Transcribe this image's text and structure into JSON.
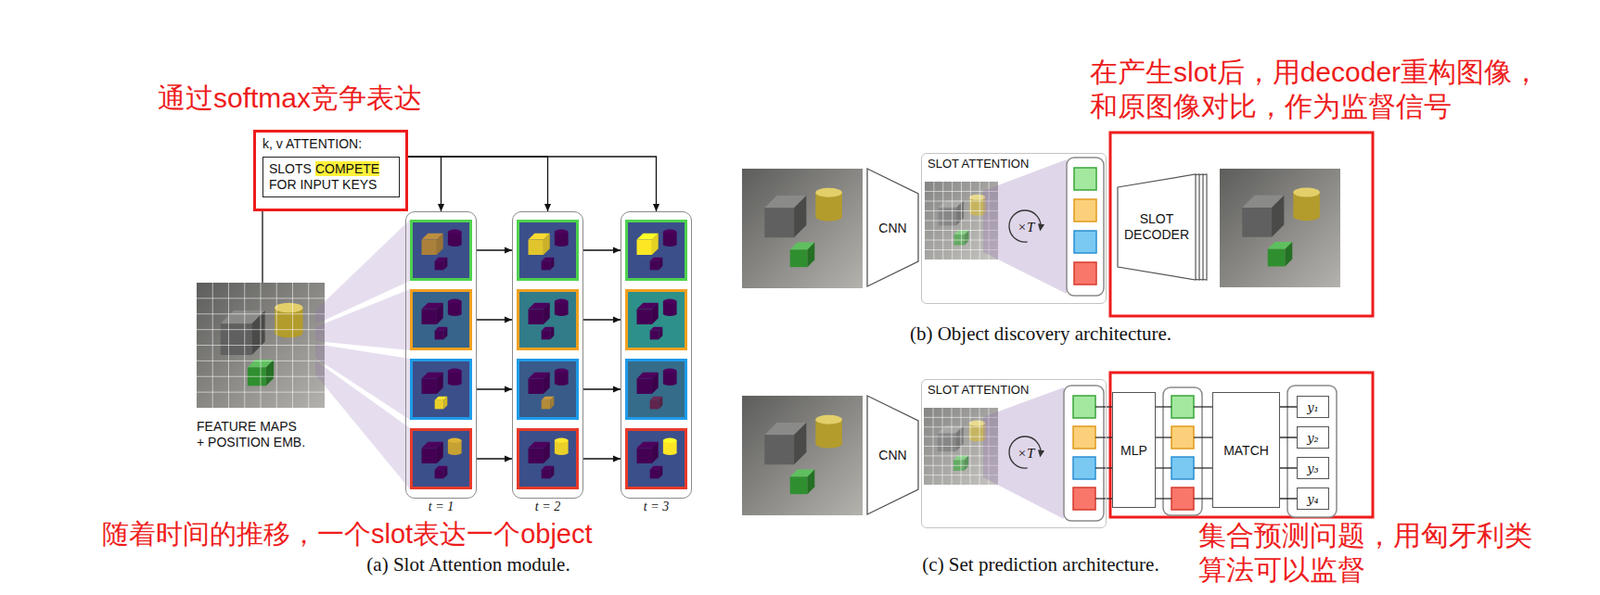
{
  "diagram": {
    "nodes": [
      {
        "text": [
          "k, v ATTENTION:",
          "SLOTS",
          "COMPETE",
          "FOR INPUT KEYS"
        ]
      },
      {
        "text": [
          "FEATURE MAPS + POSITION EMB."
        ]
      },
      {
        "text": [
          "t = 1"
        ]
      },
      {
        "text": [
          "t = 2"
        ]
      },
      {
        "text": [
          "t = 3"
        ]
      },
      {
        "text": [
          "CNN"
        ]
      },
      {
        "text": [
          "SLOT ATTENTION",
          "×T"
        ]
      },
      {
        "text": [
          "SLOT DECODER"
        ]
      },
      {
        "text": [
          "CNN"
        ]
      },
      {
        "text": [
          "SLOT ATTENTION",
          "×T"
        ]
      },
      {
        "text": [
          "MLP"
        ]
      },
      {
        "text": [
          "MATCH"
        ]
      },
      {
        "text": [
          "y₁"
        ]
      },
      {
        "text": [
          "y₂"
        ]
      },
      {
        "text": [
          "y₃"
        ]
      },
      {
        "text": [
          "y₄"
        ]
      }
    ],
    "edges": [
      {
        "from": 1,
        "to": 0,
        "arrow": "none"
      },
      {
        "from": 0,
        "to": 2,
        "arrow": "to"
      },
      {
        "from": 0,
        "to": 3,
        "arrow": "to"
      },
      {
        "from": 0,
        "to": 4,
        "arrow": "to"
      },
      {
        "from": 2,
        "to": 3,
        "arrow": "to"
      },
      {
        "from": 3,
        "to": 4,
        "arrow": "to"
      },
      {
        "from": 11,
        "to": 12,
        "arrow": "none"
      },
      {
        "from": 11,
        "to": 13,
        "arrow": "none"
      },
      {
        "from": 11,
        "to": 14,
        "arrow": "none"
      },
      {
        "from": 11,
        "to": 15,
        "arrow": "none"
      }
    ],
    "labels": [
      "通过softmax竞争表达",
      "随着时间的推移，一个slot表达一个object",
      "(a) Slot Attention module.",
      "在产生slot后，用decoder重构图像， 和原图像对比，作为监督信号",
      "(b) Object discovery architecture.",
      "(c) Set prediction architecture.",
      "集合预测问题，用匈牙利类 算法可以监督"
    ]
  }
}
